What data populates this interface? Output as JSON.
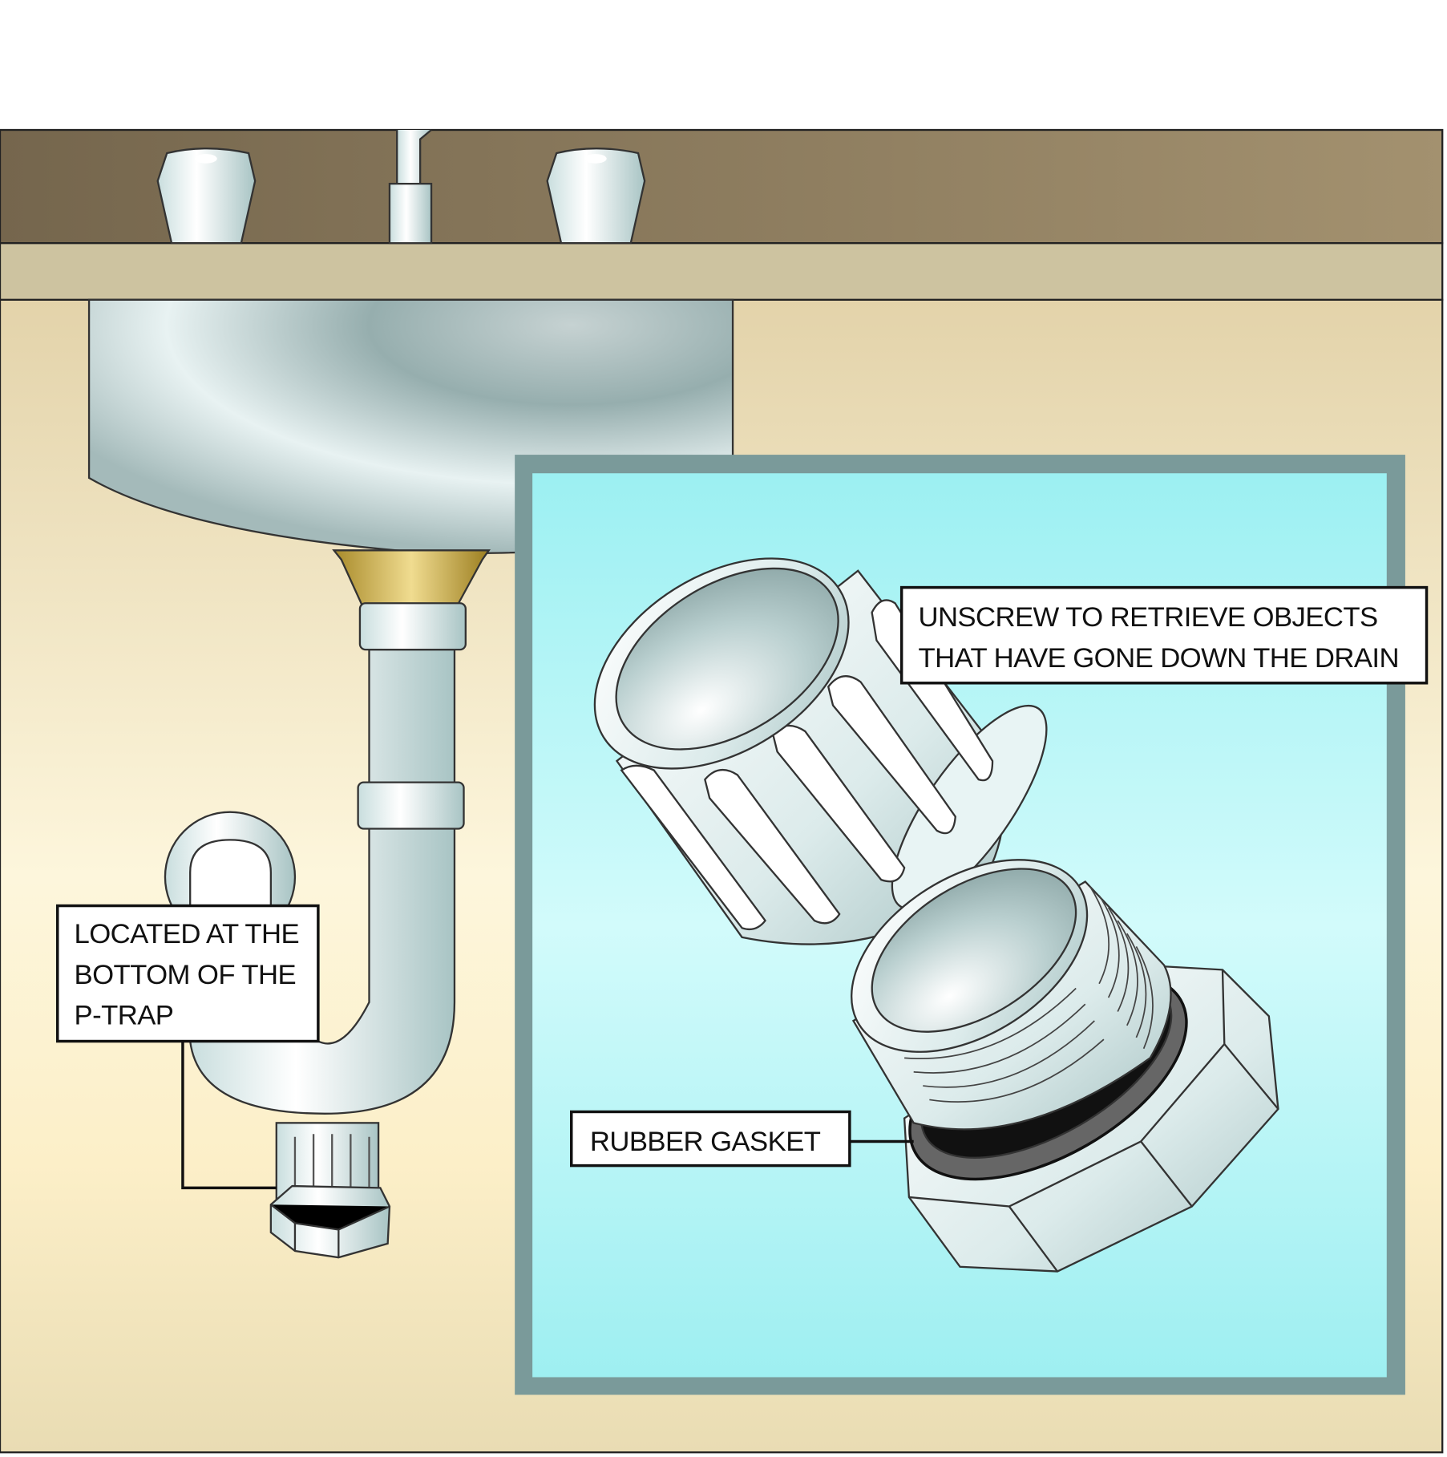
{
  "labels": {
    "ptrap_location": [
      "LOCATED AT THE",
      "BOTTOM OF THE",
      "P-TRAP"
    ],
    "unscrew": [
      "UNSCREW TO RETRIEVE OBJECTS",
      "THAT HAVE GONE DOWN THE DRAIN"
    ],
    "gasket": "RUBBER GASKET"
  },
  "colors": {
    "countertop": "#8c7b5e",
    "counter_edge": "#cdc3a0",
    "cabinet": "#efe2bc",
    "inset_frame": "#7a9a9a",
    "inset_bg": "#aef3f4",
    "brass": "#c8a640",
    "gasket": "#222222"
  }
}
